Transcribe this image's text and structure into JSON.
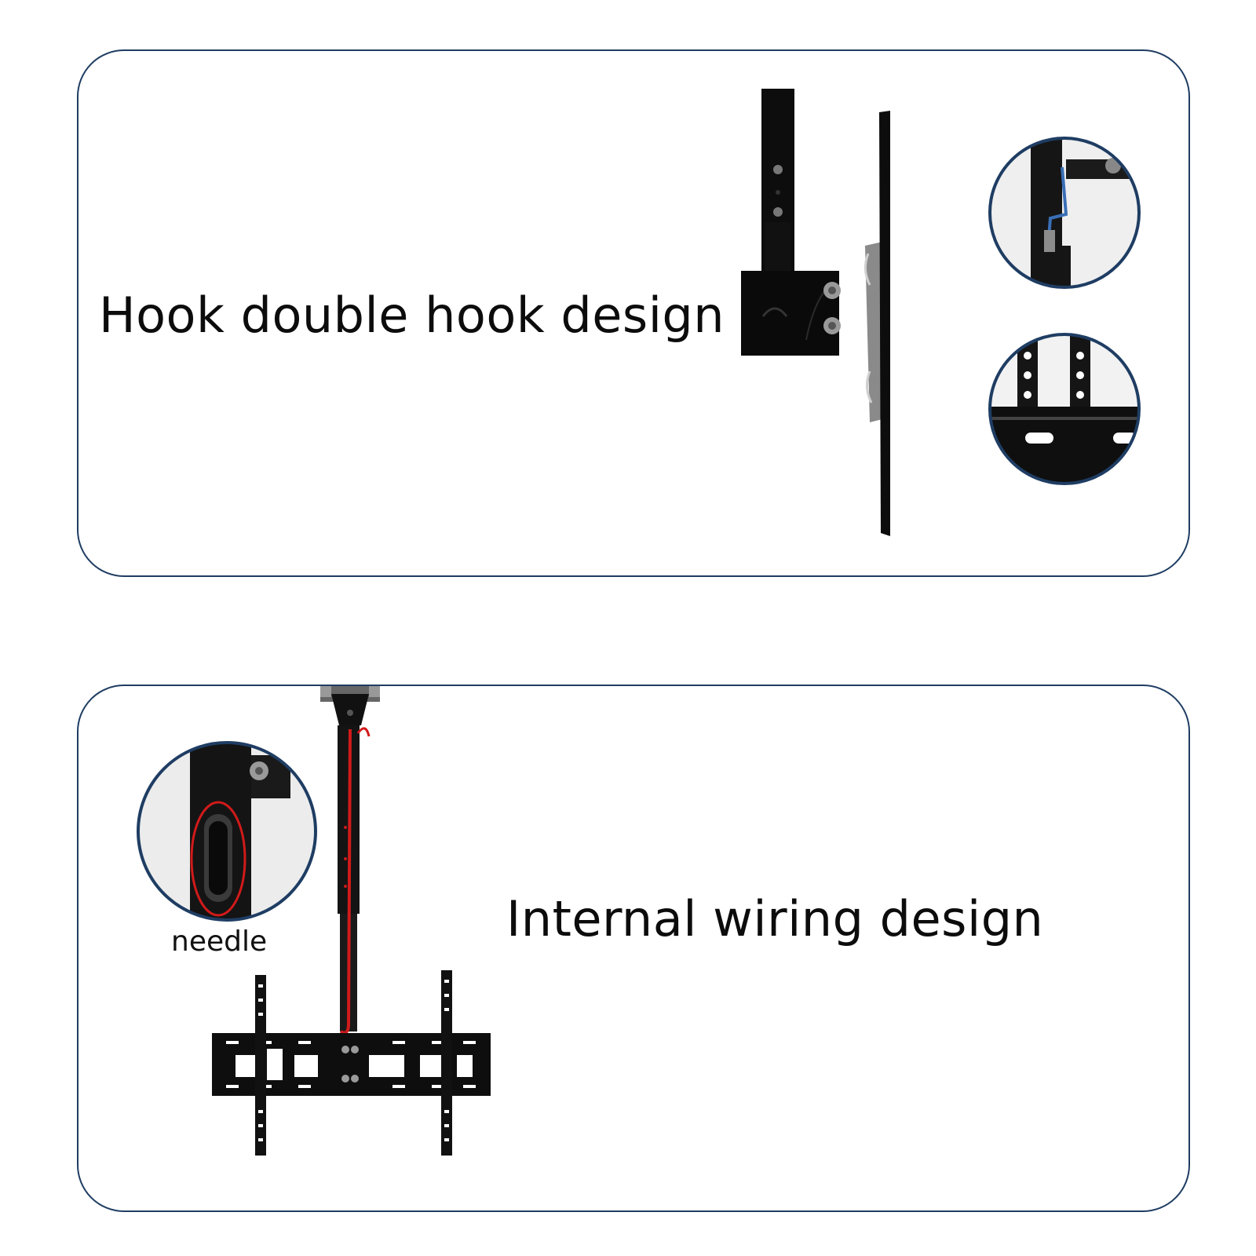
{
  "panels": {
    "top": {
      "headline": "Hook double hook design",
      "border_color": "#1f3d63"
    },
    "bottom": {
      "headline": "Internal wiring design",
      "callout_caption": "needle",
      "highlight_color": "#d11a1a"
    }
  },
  "icons": {
    "side_bracket": "ceiling-mount-side-view-icon",
    "hook_detail": "hook-closeup-icon",
    "plate_detail": "plate-closeup-icon",
    "wiring_mount": "ceiling-mount-front-view-icon",
    "needle_detail": "needle-hole-closeup-icon"
  }
}
